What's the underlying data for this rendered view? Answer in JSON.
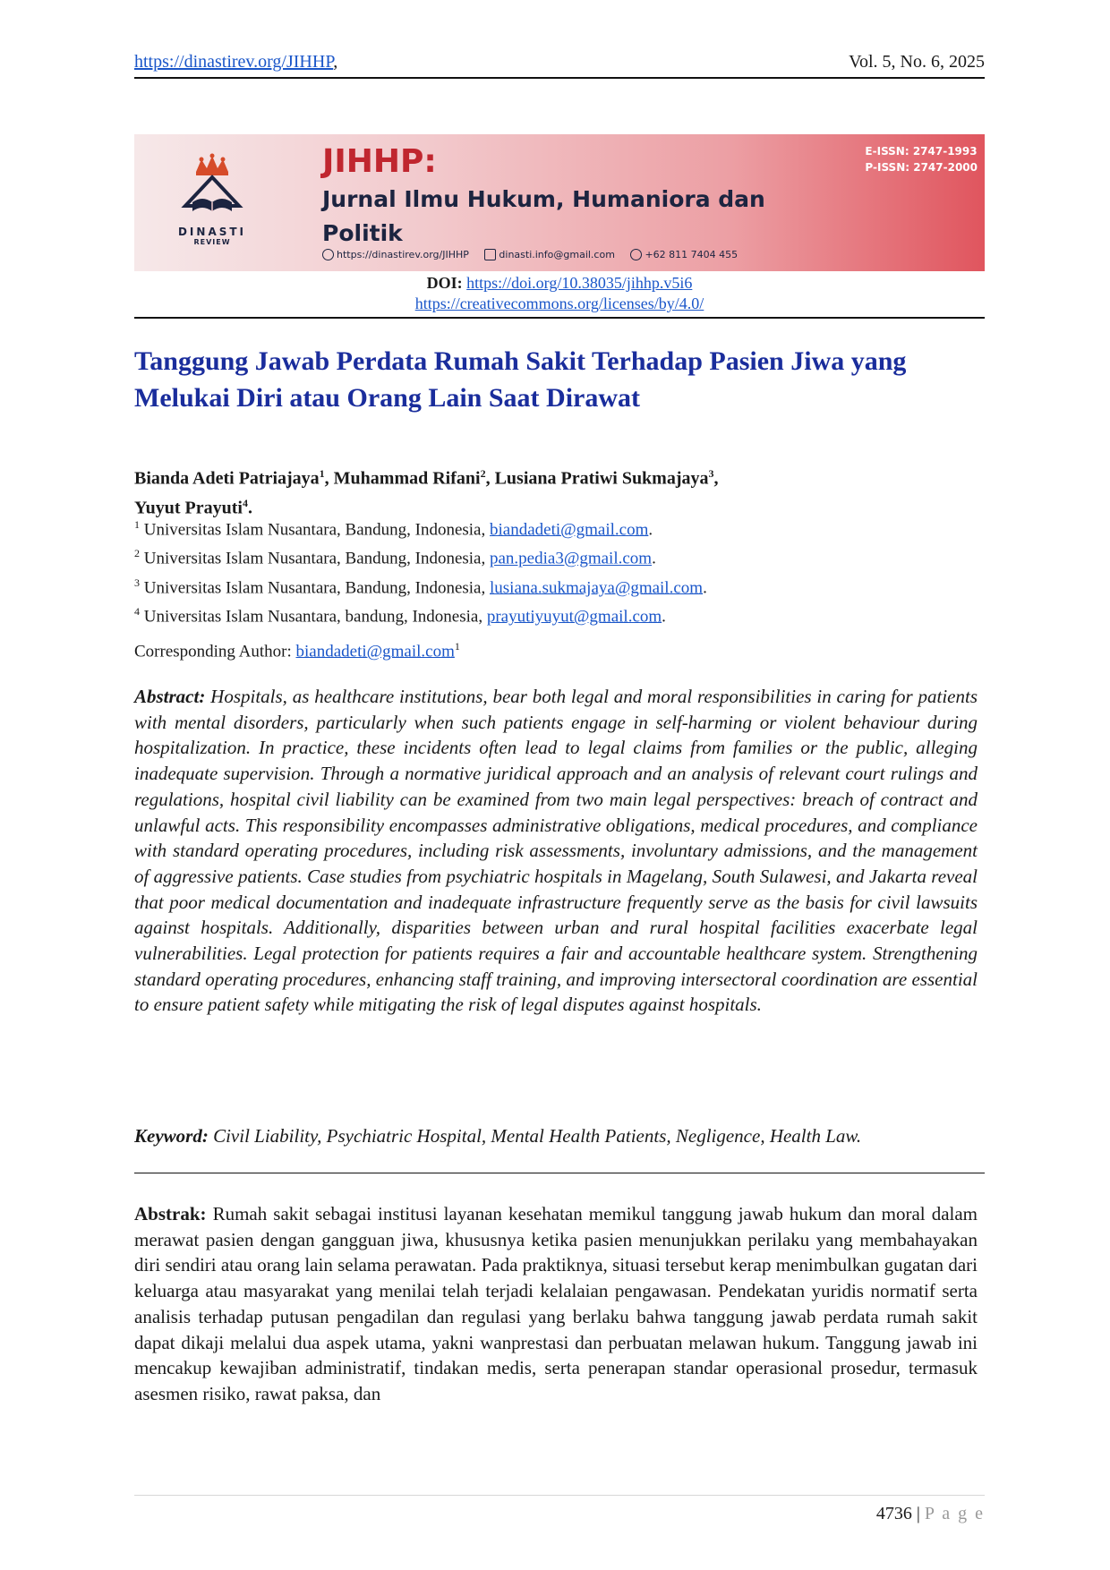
{
  "header": {
    "url": "https://dinastirev.org/JIHHP",
    "volume": "Vol. 5, No. 6, 2025"
  },
  "banner": {
    "brand": "DINASTI",
    "brand_sub": "REVIEW",
    "abbr": "JIHHP:",
    "journal_name": "Jurnal Ilmu Hukum, Humaniora dan Politik",
    "eissn": "E-ISSN: 2747-1993",
    "pissn": "P-ISSN: 2747-2000",
    "website": "https://dinastirev.org/JIHHP",
    "email": "dinasti.info@gmail.com",
    "phone": "+62 811 7404 455"
  },
  "doi": {
    "label": "DOI:",
    "url": "https://doi.org/10.38035/jihhp.v5i6",
    "license": "https://creativecommons.org/licenses/by/4.0/"
  },
  "title": "Tanggung Jawab Perdata Rumah Sakit Terhadap Pasien Jiwa yang Melukai Diri atau Orang Lain Saat Dirawat",
  "authors": [
    {
      "name": "Bianda Adeti Patriajaya",
      "sup": "1"
    },
    {
      "name": "Muhammad Rifani",
      "sup": "2"
    },
    {
      "name": "Lusiana Pratiwi Sukmajaya",
      "sup": "3"
    },
    {
      "name": "Yuyut Prayuti",
      "sup": "4"
    }
  ],
  "affiliations": [
    {
      "sup": "1",
      "text": "Universitas Islam Nusantara, Bandung, Indonesia, ",
      "email": "biandadeti@gmail.com"
    },
    {
      "sup": "2",
      "text": "Universitas Islam Nusantara, Bandung, Indonesia, ",
      "email": "pan.pedia3@gmail.com"
    },
    {
      "sup": "3",
      "text": "Universitas Islam Nusantara, Bandung, Indonesia, ",
      "email": "lusiana.sukmajaya@gmail.com"
    },
    {
      "sup": "4",
      "text": "Universitas Islam Nusantara, bandung, Indonesia, ",
      "email": "prayutiyuyut@gmail.com"
    }
  ],
  "corresponding": {
    "label": "Corresponding Author: ",
    "email": "biandadeti@gmail.com",
    "sup": "1"
  },
  "abstract": {
    "label": "Abstract:",
    "text": "Hospitals, as healthcare institutions, bear both legal and moral responsibilities in caring for patients with mental disorders, particularly when such patients engage in self-harming or violent behaviour during hospitalization. In practice, these incidents often lead to legal claims from families or the public, alleging inadequate supervision. Through a normative juridical approach and an analysis of relevant court rulings and regulations, hospital civil liability can be examined from two main legal perspectives: breach of contract and unlawful acts. This responsibility encompasses administrative obligations, medical procedures, and compliance with standard operating procedures, including risk assessments, involuntary admissions, and the management of aggressive patients. Case studies from psychiatric hospitals in Magelang, South Sulawesi, and Jakarta reveal that poor medical documentation and inadequate infrastructure frequently serve as the basis for civil lawsuits against hospitals. Additionally, disparities between urban and rural hospital facilities exacerbate legal vulnerabilities. Legal protection for patients requires a fair and accountable healthcare system. Strengthening standard operating procedures, enhancing staff training, and improving intersectoral coordination are essential to ensure patient safety while mitigating the risk of legal disputes against hospitals."
  },
  "keyword": {
    "label": "Keyword:",
    "text": "Civil Liability, Psychiatric Hospital, Mental Health Patients, Negligence, Health Law."
  },
  "abstrak": {
    "label": "Abstrak:",
    "text": "Rumah sakit sebagai institusi layanan kesehatan memikul tanggung jawab hukum dan moral dalam merawat pasien dengan gangguan jiwa, khususnya ketika pasien menunjukkan perilaku yang membahayakan diri sendiri atau orang lain selama perawatan. Pada praktiknya, situasi tersebut kerap menimbulkan gugatan dari keluarga atau masyarakat yang menilai telah terjadi kelalaian pengawasan. Pendekatan yuridis normatif serta analisis terhadap putusan pengadilan dan regulasi yang berlaku bahwa tanggung jawab perdata rumah sakit dapat dikaji melalui dua aspek utama, yakni wanprestasi dan perbuatan melawan hukum. Tanggung jawab ini mencakup kewajiban administratif, tindakan medis, serta penerapan standar operasional prosedur, termasuk asesmen risiko, rawat paksa, dan"
  },
  "footer": {
    "page_number": "4736",
    "separator": " | ",
    "page_label": "P a g e"
  }
}
